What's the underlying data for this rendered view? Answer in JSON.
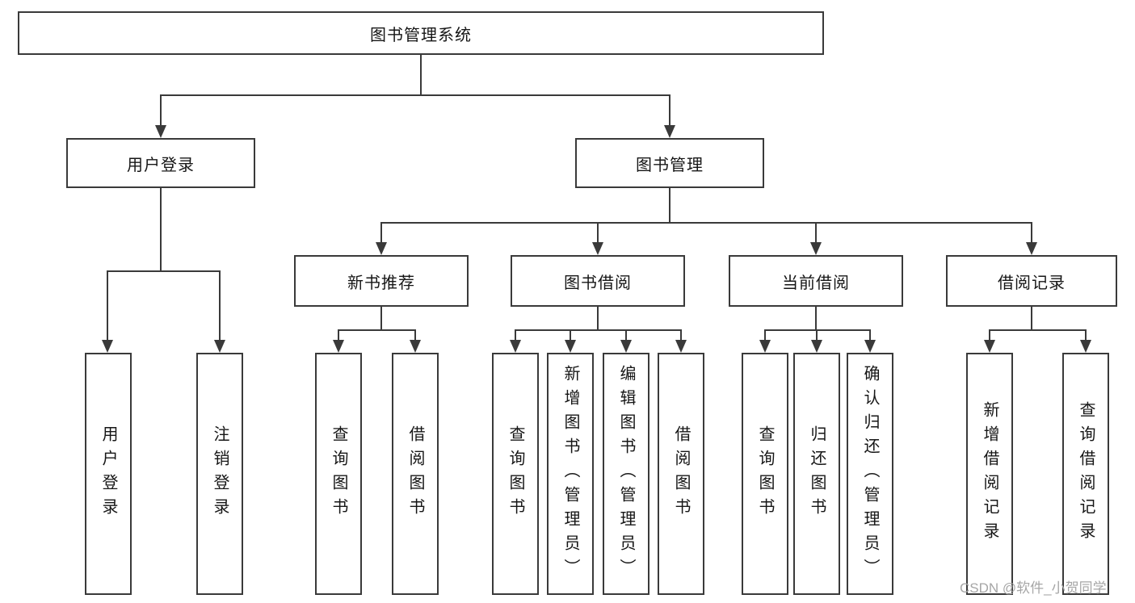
{
  "tree": {
    "label": "图书管理系统",
    "children": [
      {
        "label": "用户登录",
        "children": [
          {
            "label": "用户登录"
          },
          {
            "label": "注销登录"
          }
        ]
      },
      {
        "label": "图书管理",
        "children": [
          {
            "label": "新书推荐",
            "children": [
              {
                "label": "查询图书"
              },
              {
                "label": "借阅图书"
              }
            ]
          },
          {
            "label": "图书借阅",
            "children": [
              {
                "label": "查询图书"
              },
              {
                "label": "新增图书（管理员）"
              },
              {
                "label": "编辑图书（管理员）"
              },
              {
                "label": "借阅图书"
              }
            ]
          },
          {
            "label": "当前借阅",
            "children": [
              {
                "label": "查询图书"
              },
              {
                "label": "归还图书"
              },
              {
                "label": "确认归还（管理员）"
              }
            ]
          },
          {
            "label": "借阅记录",
            "children": [
              {
                "label": "新增借阅记录"
              },
              {
                "label": "查询借阅记录"
              }
            ]
          }
        ]
      }
    ]
  },
  "watermark": "CSDN @软件_小贺同学",
  "colors": {
    "line": "#3a3a3a",
    "text": "#161616",
    "box_background": "#ffffff",
    "watermark": "#a6a6a6"
  }
}
